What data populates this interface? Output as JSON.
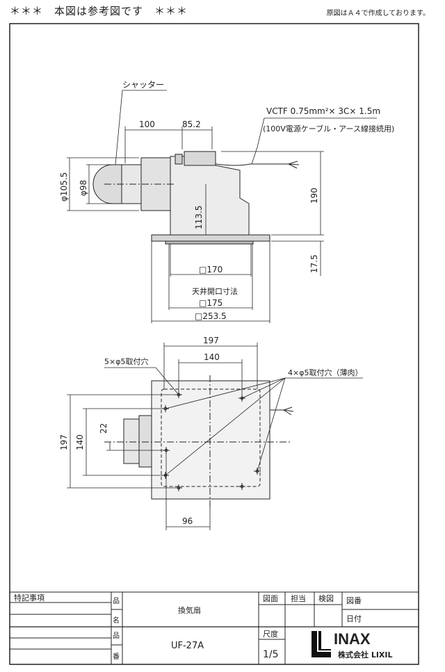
{
  "header": {
    "reference_note": "＊＊＊　本図は参考図です　＊＊＊",
    "a4_note": "原図はＡ４で作成しております。"
  },
  "drawing": {
    "shutter_label": "シャッター",
    "cable_spec": "VCTF 0.75mm²× 3C× 1.5m",
    "cable_note": "(100V電源ケーブル・アース線接続用)",
    "dim_100": "100",
    "dim_85_2": "85.2",
    "dim_d105_5": "φ105.5",
    "dim_d98": "φ98",
    "dim_113_5": "113.5",
    "dim_190": "190",
    "dim_17_5": "17.5",
    "dim_170": "□170",
    "ceiling_opening": "天井開口寸法",
    "dim_175": "□175",
    "dim_253_5": "□253.5",
    "dim_197_top": "197",
    "dim_140_top": "140",
    "mount_holes_5": "5×φ5取付穴",
    "mount_holes_4": "4×φ5取付穴（薄肉）",
    "dim_197_left": "197",
    "dim_140_left": "140",
    "dim_22": "22",
    "dim_96": "96"
  },
  "title_block": {
    "notes_label": "特記事項",
    "hin_label": "品",
    "mei_label": "名",
    "product_name": "換気扇",
    "ban_label": "番",
    "model": "UF-27A",
    "zumen_label": "図面",
    "tanto_label": "担当",
    "kenzu_label": "検図",
    "zuban_label": "図番",
    "hizuke_label": "日付",
    "shakudo_label": "尺度",
    "scale": "1/5",
    "brand": "INAX",
    "company": "株式会社 LIXIL"
  },
  "colors": {
    "line": "#222222",
    "fill_light": "#e6e6e6",
    "fill_mid": "#d2d2d2"
  }
}
